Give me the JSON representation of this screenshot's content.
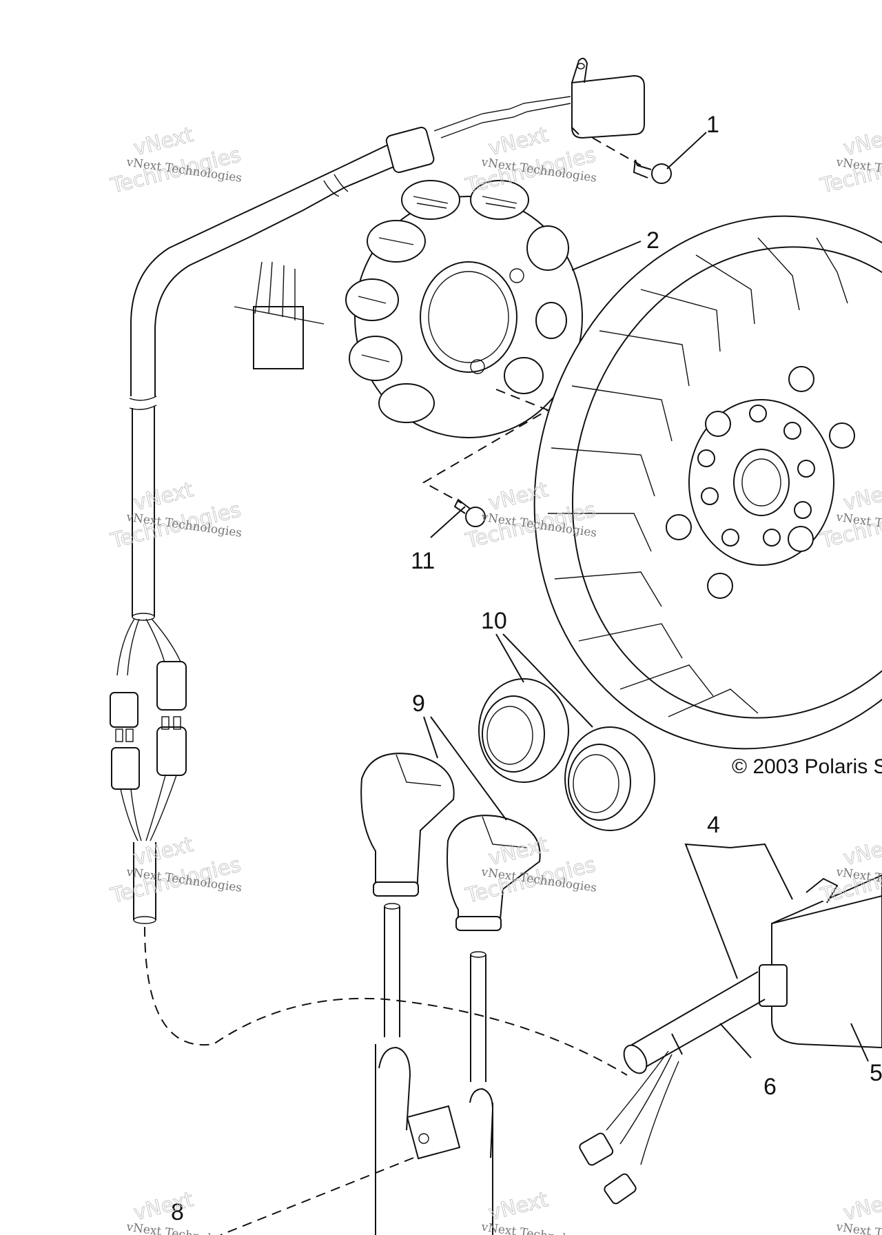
{
  "callouts": [
    {
      "id": "1",
      "label": "1"
    },
    {
      "id": "2",
      "label": "2"
    },
    {
      "id": "4",
      "label": "4"
    },
    {
      "id": "5",
      "label": "5"
    },
    {
      "id": "6",
      "label": "6"
    },
    {
      "id": "8",
      "label": "8"
    },
    {
      "id": "9",
      "label": "9"
    },
    {
      "id": "10",
      "label": "10"
    },
    {
      "id": "11",
      "label": "11"
    }
  ],
  "copyright": "© 2003 Polaris S",
  "watermark": {
    "small": "vNext Technologies",
    "big_top": "vNext",
    "big_bottom": "Technologies"
  }
}
